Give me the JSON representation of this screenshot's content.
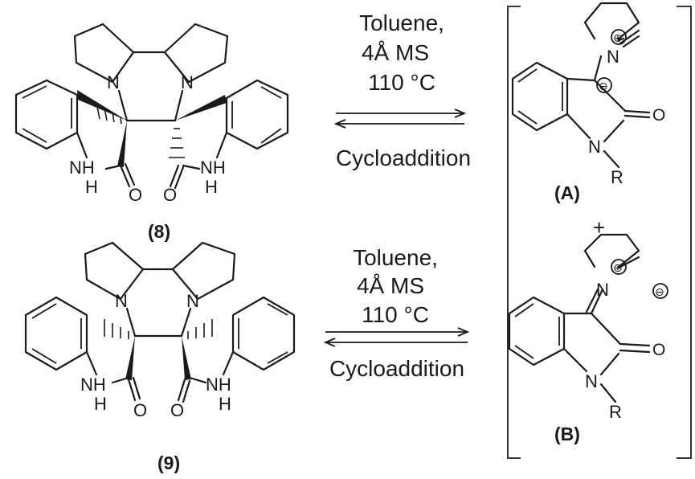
{
  "compound_8": {
    "label": "(8)"
  },
  "compound_9": {
    "label": "(9)"
  },
  "intermediate_A": {
    "label": "(A)",
    "substituent": "R",
    "charge_plus": "⊕",
    "charge_minus": "⊖"
  },
  "intermediate_B": {
    "label": "(B)",
    "substituent": "R",
    "charge_plus": "⊕",
    "charge_minus": "⊖"
  },
  "plus_sign": "+",
  "atoms": {
    "N": "N",
    "O": "O",
    "H": "H",
    "NH": "NH"
  },
  "reaction_top": {
    "line1": "Toluene,",
    "line2": "4Å MS",
    "line3": "110 °C",
    "reverse": "Cycloaddition"
  },
  "reaction_bottom": {
    "line1": "Toluene,",
    "line2": "4Å MS",
    "line3": "110 °C",
    "reverse": "Cycloaddition"
  },
  "colors": {
    "ink": "#1a1a1a",
    "background": "#ffffff"
  }
}
